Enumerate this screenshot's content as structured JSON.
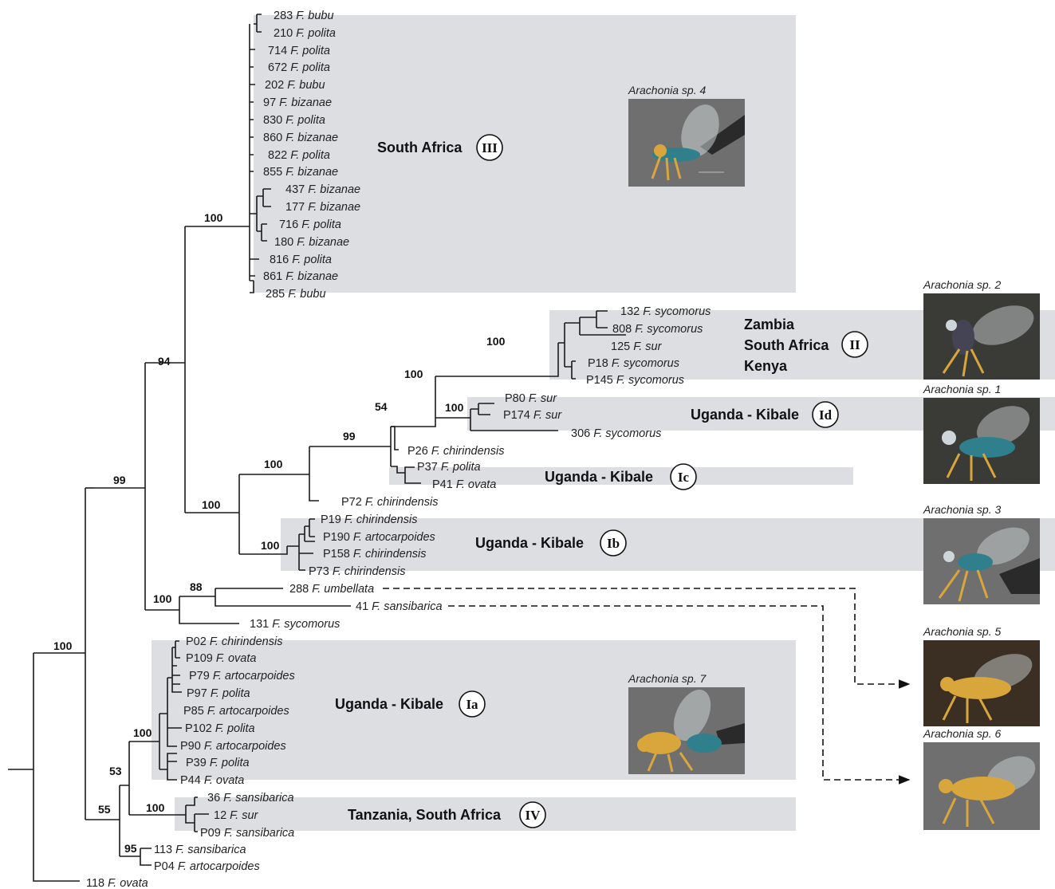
{
  "leaves": {
    "l283": {
      "id": "283",
      "sp": "F. bubu"
    },
    "l210": {
      "id": "210",
      "sp": "F. polita"
    },
    "l714": {
      "id": "714",
      "sp": "F. polita"
    },
    "l672": {
      "id": "672",
      "sp": "F. polita"
    },
    "l202": {
      "id": "202",
      "sp": "F. bubu"
    },
    "l97": {
      "id": "97",
      "sp": "F. bizanae"
    },
    "l830": {
      "id": "830",
      "sp": "F. polita"
    },
    "l860": {
      "id": "860",
      "sp": "F. bizanae"
    },
    "l822": {
      "id": "822",
      "sp": "F. polita"
    },
    "l855": {
      "id": "855",
      "sp": "F. bizanae"
    },
    "l437": {
      "id": "437",
      "sp": "F. bizanae"
    },
    "l177": {
      "id": "177",
      "sp": "F. bizanae"
    },
    "l716": {
      "id": "716",
      "sp": "F. polita"
    },
    "l180": {
      "id": "180",
      "sp": "F. bizanae"
    },
    "l816": {
      "id": "816",
      "sp": "F. polita"
    },
    "l861": {
      "id": "861",
      "sp": "F. bizanae"
    },
    "l285": {
      "id": "285",
      "sp": "F. bubu"
    },
    "l132": {
      "id": "132",
      "sp": "F. sycomorus"
    },
    "l808": {
      "id": "808",
      "sp": "F. sycomorus"
    },
    "l125": {
      "id": "125",
      "sp": "F. sur"
    },
    "lP18": {
      "id": "P18",
      "sp": "F. sycomorus"
    },
    "lP145": {
      "id": "P145",
      "sp": "F. sycomorus"
    },
    "lP80": {
      "id": "P80",
      "sp": "F. sur"
    },
    "lP174": {
      "id": "P174",
      "sp": "F. sur"
    },
    "l306": {
      "id": "306",
      "sp": "F. sycomorus"
    },
    "lP26": {
      "id": "P26",
      "sp": "F. chirindensis"
    },
    "lP37": {
      "id": "P37",
      "sp": "F. polita"
    },
    "lP41": {
      "id": "P41",
      "sp": "F. ovata"
    },
    "lP72": {
      "id": "P72",
      "sp": "F. chirindensis"
    },
    "lP19": {
      "id": "P19",
      "sp": "F. chirindensis"
    },
    "lP190": {
      "id": "P190",
      "sp": "F. artocarpoides"
    },
    "lP158": {
      "id": "P158",
      "sp": "F. chirindensis"
    },
    "lP73": {
      "id": "P73",
      "sp": "F. chirindensis"
    },
    "l288": {
      "id": "288",
      "sp": "F. umbellata"
    },
    "l41": {
      "id": "41",
      "sp": "F. sansibarica"
    },
    "l131": {
      "id": "131",
      "sp": "F. sycomorus"
    },
    "lP02": {
      "id": "P02",
      "sp": "F. chirindensis"
    },
    "lP109": {
      "id": "P109",
      "sp": "F. ovata"
    },
    "lP79": {
      "id": "P79",
      "sp": "F. artocarpoides"
    },
    "lP97": {
      "id": "P97",
      "sp": "F. polita"
    },
    "lP85": {
      "id": "P85",
      "sp": "F. artocarpoides"
    },
    "lP102": {
      "id": "P102",
      "sp": "F. polita"
    },
    "lP90": {
      "id": "P90",
      "sp": "F. artocarpoides"
    },
    "lP39": {
      "id": "P39",
      "sp": "F. polita"
    },
    "lP44": {
      "id": "P44",
      "sp": "F. ovata"
    },
    "l36": {
      "id": "36",
      "sp": "F. sansibarica"
    },
    "l12": {
      "id": "12",
      "sp": "F. sur"
    },
    "lP09": {
      "id": "P09",
      "sp": "F. sansibarica"
    },
    "l113": {
      "id": "113",
      "sp": "F. sansibarica"
    },
    "lP04": {
      "id": "P04",
      "sp": "F. artocarpoides"
    },
    "l118": {
      "id": "118",
      "sp": "F. ovata"
    }
  },
  "support": {
    "s_root": "100",
    "s_99": "99",
    "s_94": "94",
    "s_III": "100",
    "s_100a": "100",
    "s_100b": "100",
    "s_99b": "99",
    "s_54": "54",
    "s_100c": "100",
    "s_II": "100",
    "s_Id": "100",
    "s_Ib": "100",
    "s_100d": "100",
    "s_88": "88",
    "s_55": "55",
    "s_53": "53",
    "s_Ia": "100",
    "s_IV": "100",
    "s_95": "95"
  },
  "groups": {
    "III": {
      "region": "South Africa",
      "roman": "III"
    },
    "II": {
      "region_lines": [
        "Zambia",
        "South Africa",
        "Kenya"
      ],
      "roman": "II"
    },
    "Id": {
      "region": "Uganda - Kibale",
      "roman": "Id"
    },
    "Ic": {
      "region": "Uganda - Kibale",
      "roman": "Ic"
    },
    "Ib": {
      "region": "Uganda - Kibale",
      "roman": "Ib"
    },
    "Ia": {
      "region": "Uganda - Kibale",
      "roman": "Ia"
    },
    "IV": {
      "region": "Tanzania, South Africa",
      "roman": "IV"
    }
  },
  "photos": {
    "sp4": "Arachonia sp. 4",
    "sp7": "Arachonia sp. 7",
    "sp2": "Arachonia sp. 2",
    "sp1": "Arachonia sp. 1",
    "sp3": "Arachonia sp. 3",
    "sp5": "Arachonia sp. 5",
    "sp6": "Arachonia sp. 6"
  },
  "colors": {
    "clade_shading": "#dcdee2",
    "branch": "#1a1a1a",
    "photo_grey_bg": "#6f6f6f",
    "photo_dark_bg": "#3a3a36",
    "photo_brown_bg": "#3b2e22",
    "wasp_yellow": "#d9a63c",
    "wasp_metallic": "#2f7f8c"
  }
}
